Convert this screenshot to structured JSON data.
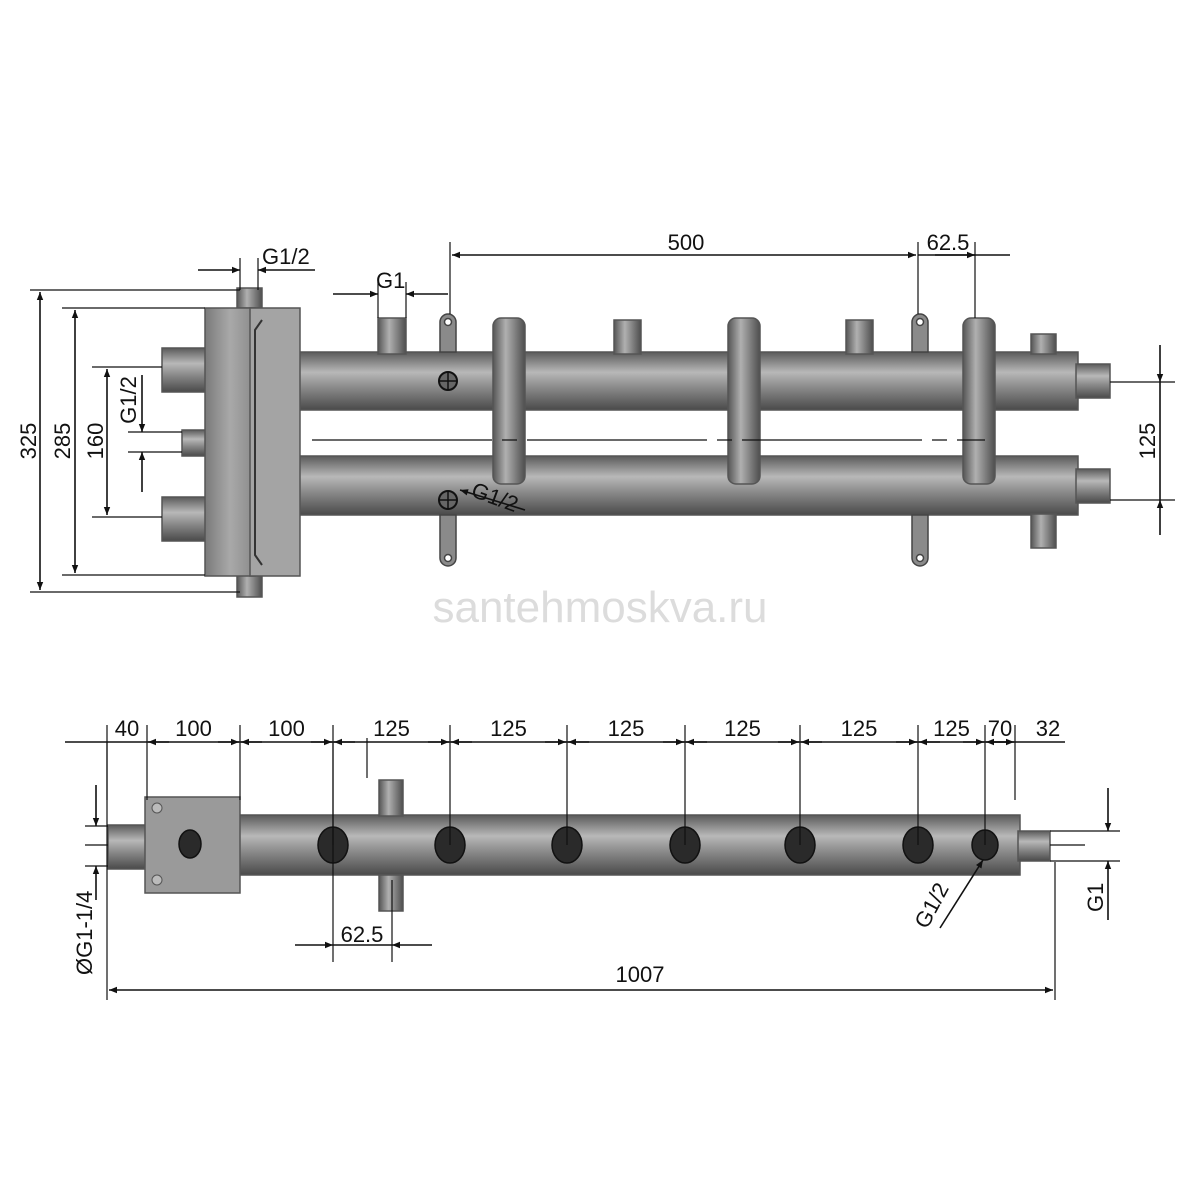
{
  "watermark": "santehmoskva.ru",
  "top_view": {
    "dims": {
      "overall_height": "325",
      "flange_height": "285",
      "side_ports_spacing": "160",
      "side_center_port": "G1/2",
      "top_port": "G1/2",
      "top_supply_port": "G1",
      "outlet_span": "500",
      "outlet_offset": "62.5",
      "pipe_spacing": "125",
      "air_vent_port": "G1/2"
    }
  },
  "bottom_view": {
    "chain_dims": [
      "40",
      "100",
      "100",
      "125",
      "125",
      "125",
      "125",
      "125",
      "125",
      "70",
      "32"
    ],
    "stub_offset": "62.5",
    "overall_length": "1007",
    "inlet_diameter": "ØG1-1/4",
    "end_port": "G1",
    "outlet_port": "G1/2"
  }
}
